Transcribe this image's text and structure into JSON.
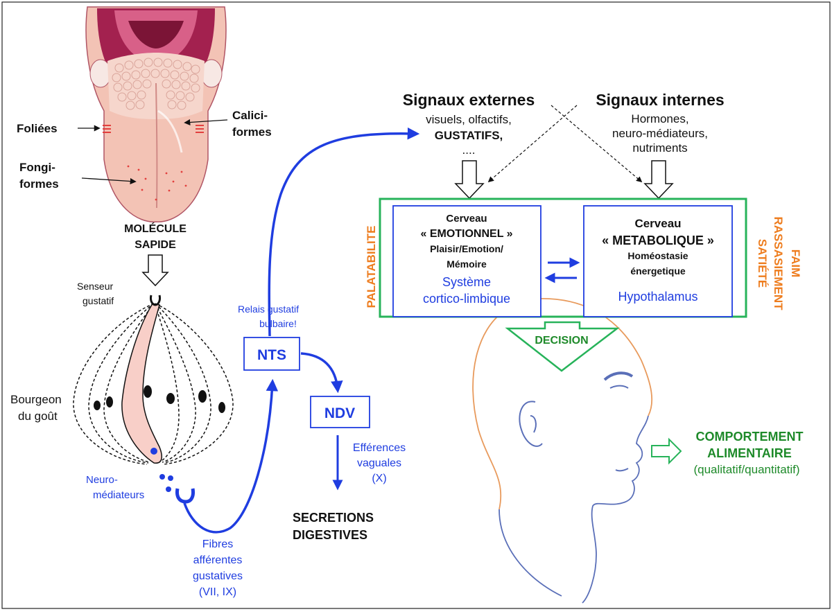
{
  "colors": {
    "blue": "#1f3de0",
    "orange": "#ee7d1f",
    "green": "#1e8a2a",
    "frame_green": "#27b35a",
    "tongue_pink": "#f2b7a8",
    "tongue_dark": "#b0265b",
    "head_line": "#5a6fb8",
    "head_orange": "#e89a5c"
  },
  "icons": {
    "tongue": "tongue-illustration-icon",
    "taste_bud": "taste-bud-icon",
    "head": "head-profile-icon"
  },
  "tongue": {
    "foliees": "Foliées",
    "calici_1": "Calici-",
    "calici_2": "formes",
    "fongi_1": "Fongi-",
    "fongi_2": "formes"
  },
  "molecule": {
    "line1": "MOLÉCULE",
    "line2": "SAPIDE"
  },
  "senseur": {
    "line1": "Senseur",
    "line2": "gustatif"
  },
  "bourgeon": {
    "line1": "Bourgeon",
    "line2": "du goût"
  },
  "neuro": {
    "line1": "Neuro-",
    "line2": "médiateurs"
  },
  "fibres": {
    "line1": "Fibres",
    "line2": "afférentes",
    "line3": "gustatives",
    "line4": "(VII, IX)"
  },
  "relais": {
    "line1": "Relais gustatif",
    "line2": "bulbaire!"
  },
  "nts": "NTS",
  "ndv": "NDV",
  "efferences": {
    "line1": "Efférences",
    "line2": "vaguales",
    "line3": "(X)"
  },
  "secretions": {
    "line1": "SECRETIONS",
    "line2": "DIGESTIVES"
  },
  "signaux_externes": {
    "title": "Signaux externes",
    "line1": "visuels, olfactifs,",
    "line2": "GUSTATIFS,",
    "line3": "...."
  },
  "signaux_internes": {
    "title": "Signaux internes",
    "line1": "Hormones,",
    "line2": "neuro-médiateurs,",
    "line3": "nutriments"
  },
  "palatabilite": "PALATABILITE",
  "faim": {
    "line1": "FAIM",
    "line2": "RASSASIEMENT",
    "line3": "SATIÉTÉ"
  },
  "cerveau_emotionnel": {
    "line1": "Cerveau",
    "line2": "« EMOTIONNEL »",
    "line3": "Plaisir/Emotion/",
    "line4": "Mémoire",
    "line5": "Système",
    "line6": "cortico-limbique"
  },
  "cerveau_metabolique": {
    "line1": "Cerveau",
    "line2": "« METABOLIQUE »",
    "line3": "Homéostasie",
    "line4": "énergetique",
    "line5": "Hypothalamus"
  },
  "decision": "DECISION",
  "comportement": {
    "line1": "COMPORTEMENT",
    "line2": "ALIMENTAIRE",
    "line3": "(qualitatif/quantitatif)"
  }
}
